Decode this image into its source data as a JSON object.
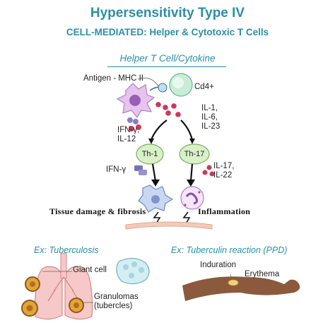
{
  "header": {
    "title": "Hypersensitivity Type IV",
    "subtitle": "CELL-MEDIATED: Helper & Cytotoxic T Cells"
  },
  "section": {
    "title": "Helper  T Cell/Cytokine"
  },
  "labels": {
    "antigen": "Antigen - MHC II",
    "cd4": "Cd4+",
    "ifn_il12": [
      "IFN-γ,",
      "IL-12"
    ],
    "il_right": [
      "IL-1,",
      "IL-6,",
      "IL-23"
    ],
    "th1": "Th-1",
    "th17": "Th-17",
    "ifn": "IFN-γ",
    "il17": [
      "IL-17,",
      "IL-22"
    ],
    "tissue": "Tissue damage & fibrosis",
    "inflammation": "Inflammation"
  },
  "examples": {
    "left": {
      "title": "Ex: Tuberculosis",
      "giant_cell": "Giant cell",
      "granulomas": [
        "Granulomas",
        "(tubercles)"
      ]
    },
    "right": {
      "title": "Ex: Tuberculin reaction (PPD)",
      "induration": "Induration",
      "erythema": "Erythema"
    }
  },
  "colors": {
    "accent": "#2b8fa6",
    "th_cell": "#d9f0c8",
    "cytokine_pink": "#c83a5c",
    "cytokine_purple": "#7a70b8",
    "skin": "#8b5a3c"
  }
}
